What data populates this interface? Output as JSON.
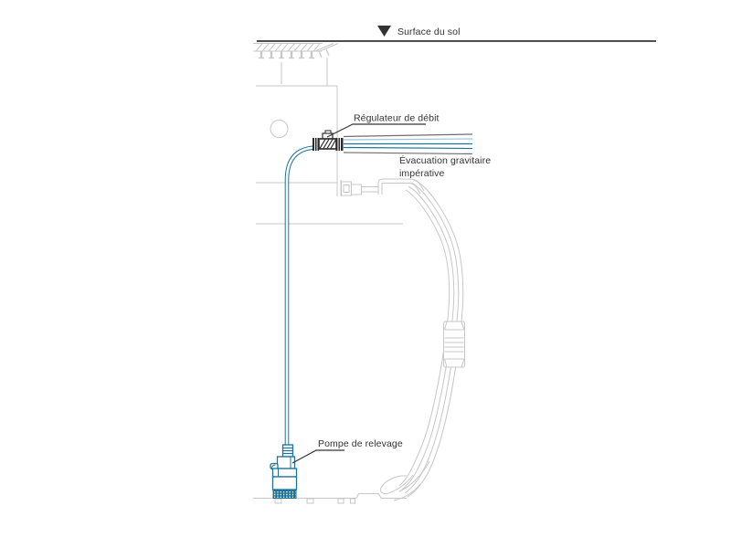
{
  "diagram": {
    "type": "technical-installation-diagram",
    "subject": "stormwater tank with lift pump and flow regulator",
    "labels": {
      "ground_surface": "Surface du sol",
      "flow_regulator": "Régulateur de débit",
      "gravity_evacuation_line1": "Évacuation gravitaire",
      "gravity_evacuation_line2": "impérative",
      "lift_pump": "Pompe de relevage"
    },
    "colors": {
      "pipe_blue": "#1f7398",
      "pipe_light_blue": "#9cc3d6",
      "pipe_inner_white": "#ffffff",
      "structure_gray": "#c7c7c7",
      "pipe_gray": "#6f6f6f",
      "ink": "#333333",
      "fitting_dark": "#2a2a2a",
      "background": "#ffffff"
    }
  }
}
